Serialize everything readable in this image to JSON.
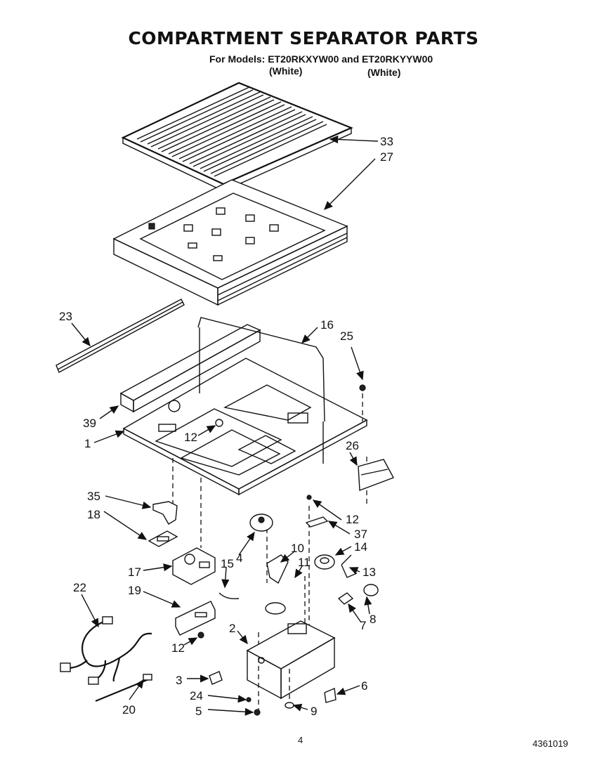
{
  "header": {
    "title": "COMPARTMENT SEPARATOR PARTS",
    "models_line": "For Models: ET20RKXYW00 and ET20RKYYW00",
    "color_left": "(White)",
    "color_right": "(White)"
  },
  "footer": {
    "page_number": "4",
    "document_number": "4361019"
  },
  "callouts": {
    "c33": "33",
    "c27": "27",
    "c23": "23",
    "c16": "16",
    "c25": "25",
    "c39": "39",
    "c1": "1",
    "c12a": "12",
    "c26": "26",
    "c35": "35",
    "c18": "18",
    "c12b": "12",
    "c37": "37",
    "c4": "4",
    "c10": "10",
    "c11": "11",
    "c14": "14",
    "c13": "13",
    "c17": "17",
    "c15": "15",
    "c22": "22",
    "c19": "19",
    "c8": "8",
    "c7": "7",
    "c2": "2",
    "c12c": "12",
    "c3": "3",
    "c6": "6",
    "c24": "24",
    "c20": "20",
    "c5": "5",
    "c9": "9"
  }
}
